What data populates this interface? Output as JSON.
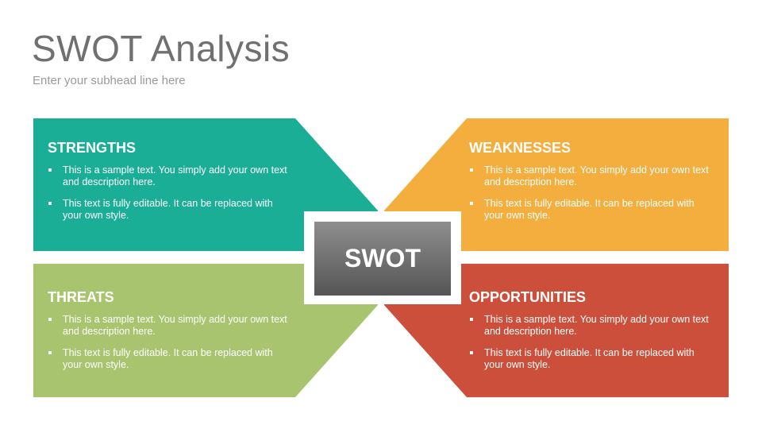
{
  "slide": {
    "title": "SWOT Analysis",
    "subtitle": "Enter your subhead line here"
  },
  "center": {
    "label": "SWOT"
  },
  "colors": {
    "strengths": "#1aae97",
    "weaknesses": "#f3ae3d",
    "threats": "#a9c46f",
    "opportunities": "#cc4f3b",
    "center_top": "#8e8e8e",
    "center_bottom": "#555555"
  },
  "quadrants": {
    "strengths": {
      "heading": "STRENGTHS",
      "bullets": [
        "This is a sample text. You simply add your own text and description here.",
        "This text is fully editable. It can be replaced with your own style."
      ]
    },
    "weaknesses": {
      "heading": "WEAKNESSES",
      "bullets": [
        "This is a sample text. You simply add your own text and description here.",
        "This text is fully editable. It can be replaced with your own style."
      ]
    },
    "threats": {
      "heading": "THREATS",
      "bullets": [
        "This is a sample text. You simply add your own text and description here.",
        "This text is fully editable. It can be replaced with your own style."
      ]
    },
    "opportunities": {
      "heading": "OPPORTUNITIES",
      "bullets": [
        "This is a sample text. You simply add your own text and description here.",
        "This text is fully editable. It can be replaced with your own style."
      ]
    }
  }
}
